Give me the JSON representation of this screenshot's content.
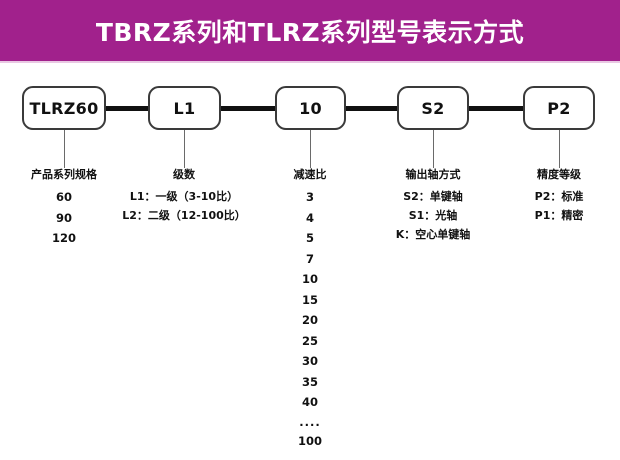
{
  "banner": {
    "title": "TBRZ系列和TLRZ系列型号表示方式",
    "background_color": "#a1218c",
    "text_color": "#ffffff"
  },
  "diagram": {
    "type": "model-code-breakdown",
    "nodes": [
      {
        "id": "series",
        "label": "TLRZ60"
      },
      {
        "id": "stage",
        "label": "L1"
      },
      {
        "id": "ratio",
        "label": "10"
      },
      {
        "id": "shaft",
        "label": "S2"
      },
      {
        "id": "precision",
        "label": "P2"
      }
    ],
    "columns": [
      {
        "id": "series",
        "heading": "产品系列规格",
        "items": [
          "60",
          "90",
          "120"
        ],
        "numeric": true
      },
      {
        "id": "stage",
        "heading": "级数",
        "items": [
          "L1：一级（3-10比）",
          "L2：二级（12-100比）"
        ],
        "numeric": false
      },
      {
        "id": "ratio",
        "heading": "减速比",
        "items": [
          "3",
          "4",
          "5",
          "7",
          "10",
          "15",
          "20",
          "25",
          "30",
          "35",
          "40",
          "....",
          "100"
        ],
        "numeric": true
      },
      {
        "id": "shaft",
        "heading": "输出轴方式",
        "items": [
          "S2：单键轴",
          "S1：光轴",
          "K：空心单键轴"
        ],
        "numeric": false
      },
      {
        "id": "precision",
        "heading": "精度等级",
        "items": [
          "P2：标准",
          "P1：精密"
        ],
        "numeric": false
      }
    ]
  }
}
